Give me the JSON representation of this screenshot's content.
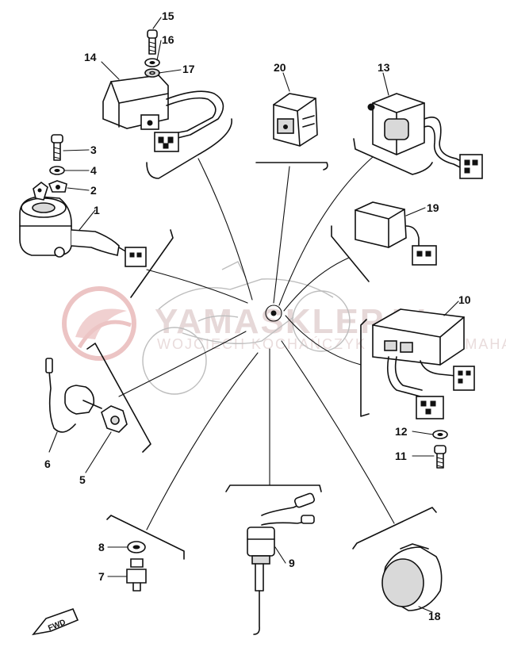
{
  "watermark": {
    "brand": "YAMASKLEP.PL",
    "tagline": "WOJCIECH KOCHAŃCZYK DEALER YAMAHA",
    "logo_color": "#e8b9b9"
  },
  "direction_marker": "FWD",
  "part_labels": {
    "p1": "1",
    "p2": "2",
    "p3": "3",
    "p4": "4",
    "p5": "5",
    "p6": "6",
    "p7": "7",
    "p8": "8",
    "p9": "9",
    "p10": "10",
    "p11": "11",
    "p12": "12",
    "p13": "13",
    "p14": "14",
    "p15": "15",
    "p16": "16",
    "p17": "17",
    "p18": "18",
    "p19": "19",
    "p20": "20"
  }
}
